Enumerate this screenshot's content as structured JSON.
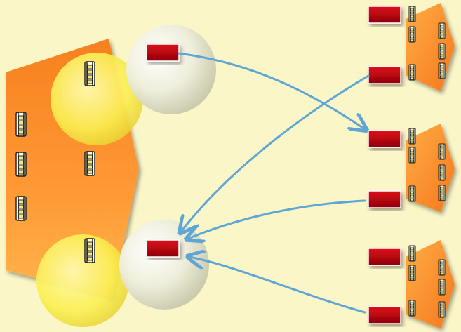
{
  "colors": {
    "background": "#fbf6c8",
    "block_orange": "#f98a2a",
    "block_orange_light": "#ffb34a",
    "chip_red": "#c4000a",
    "arrow_blue": "#5fa6d3",
    "sphere_cream": "#efeed8",
    "sphere_yellow": "#fbf34e"
  },
  "diagram": {
    "nodes": [
      {
        "id": "large-block",
        "shape": "pentagon-arrow",
        "icons": "ladder-icon"
      },
      {
        "id": "small-block-1",
        "shape": "pentagon-arrow",
        "icons": "ladder-icon"
      },
      {
        "id": "small-block-2",
        "shape": "pentagon-arrow",
        "icons": "ladder-icon"
      },
      {
        "id": "small-block-3",
        "shape": "pentagon-arrow",
        "icons": "ladder-icon"
      }
    ],
    "edges": [
      {
        "from": "chip-top-sphere",
        "to": "chip-mid-2-top"
      },
      {
        "from": "chip-top-1-bottom",
        "to": "chip-bottom-sphere"
      },
      {
        "from": "chip-mid-2-bottom",
        "to": "chip-bottom-sphere"
      },
      {
        "from": "chip-bottom-3-bottom",
        "to": "chip-bottom-sphere"
      }
    ]
  }
}
